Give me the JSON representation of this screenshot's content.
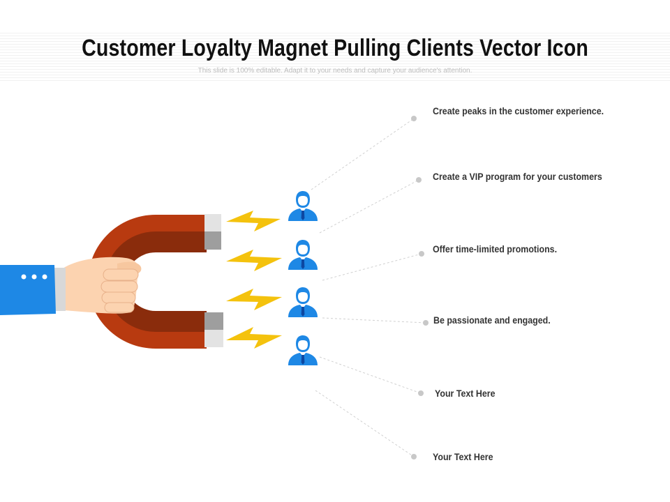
{
  "slide": {
    "title": "Customer Loyalty Magnet Pulling Clients Vector Icon",
    "subtitle": "This slide is 100% editable. Adapt it to your needs and capture your audience's attention."
  },
  "points": [
    {
      "text": "Create peaks in the customer experience."
    },
    {
      "text": "Create a VIP program for your customers"
    },
    {
      "text": "Offer time-limited promotions."
    },
    {
      "text": "Be passionate and engaged."
    },
    {
      "text": "Your Text Here"
    },
    {
      "text": "Your Text Here"
    }
  ],
  "icons": {
    "magnet": "magnet-icon",
    "hand": "hand-icon",
    "customer": "customer-icon",
    "bolt": "lightning-bolt-icon"
  },
  "colors": {
    "magnet_outer": "#b83a10",
    "magnet_inner": "#8a2c0c",
    "tip_light": "#e3e3e3",
    "tip_dark": "#9e9e9e",
    "sleeve": "#1e88e5",
    "skin": "#fcd3b0",
    "bolt": "#f4c20d",
    "customer": "#1e88e5",
    "connector": "#d0d0d0",
    "dot": "#c8c8c8"
  }
}
